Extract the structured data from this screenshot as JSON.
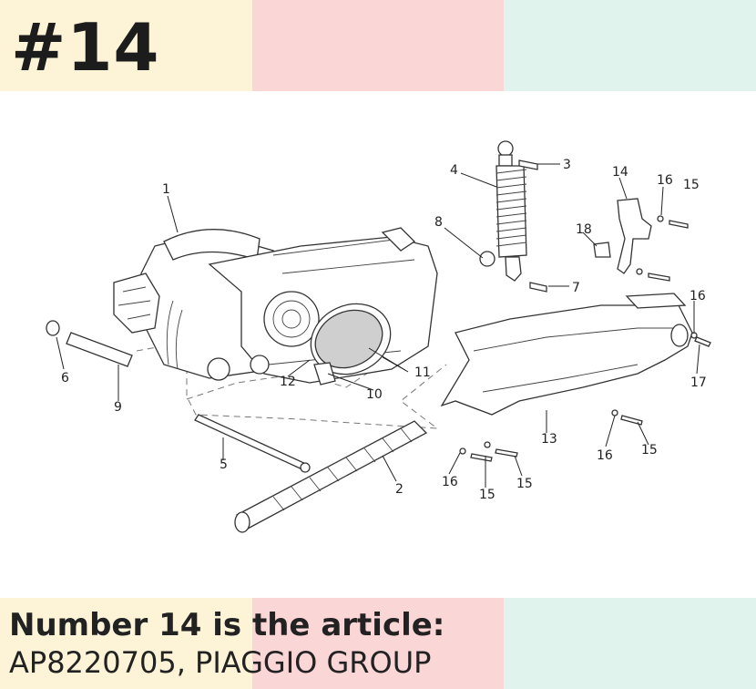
{
  "header": {
    "title": "#14"
  },
  "caption": {
    "line1": "Number 14 is the article:",
    "line2": "AP8220705, PIAGGIO GROUP"
  },
  "colors": {
    "band_yellow": "#fdf4d8",
    "band_pink": "#fbd6d6",
    "band_mint": "#e0f3ec",
    "text": "#222222"
  },
  "diagram": {
    "callouts": [
      "1",
      "2",
      "3",
      "4",
      "5",
      "6",
      "7",
      "8",
      "9",
      "10",
      "11",
      "12",
      "13",
      "14",
      "15",
      "15",
      "15",
      "15",
      "16",
      "16",
      "16",
      "16",
      "17",
      "18"
    ]
  }
}
